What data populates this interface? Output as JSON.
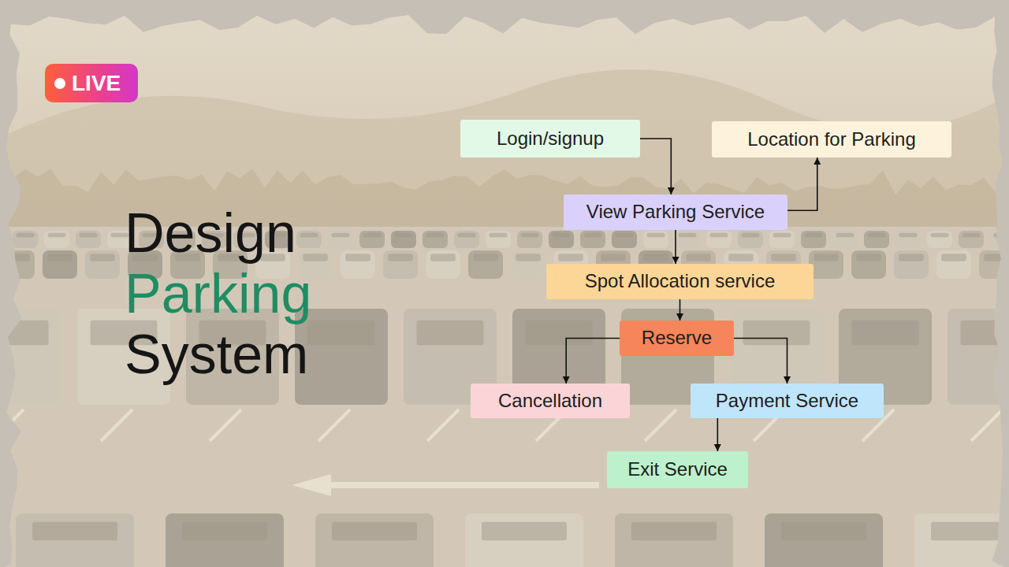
{
  "diagram": {
    "title": "Design Parking System",
    "nodes": [
      {
        "text": [
          "Login/signup"
        ]
      },
      {
        "text": [
          "Location for Parking"
        ]
      },
      {
        "text": [
          "View Parking Service"
        ]
      },
      {
        "text": [
          "Spot Allocation service"
        ]
      },
      {
        "text": [
          "Reserve"
        ]
      },
      {
        "text": [
          "Cancellation"
        ]
      },
      {
        "text": [
          "Payment Service"
        ]
      },
      {
        "text": [
          "Exit Service"
        ]
      }
    ],
    "edges": [
      {
        "from": 0,
        "to": 2,
        "arrow": "to"
      },
      {
        "from": 2,
        "to": 1,
        "arrow": "to"
      },
      {
        "from": 2,
        "to": 3,
        "arrow": "to"
      },
      {
        "from": 3,
        "to": 4,
        "arrow": "to"
      },
      {
        "from": 4,
        "to": 5,
        "arrow": "to"
      },
      {
        "from": 4,
        "to": 6,
        "arrow": "to"
      },
      {
        "from": 6,
        "to": 7,
        "arrow": "to"
      }
    ],
    "labels": [
      "LIVE"
    ]
  }
}
